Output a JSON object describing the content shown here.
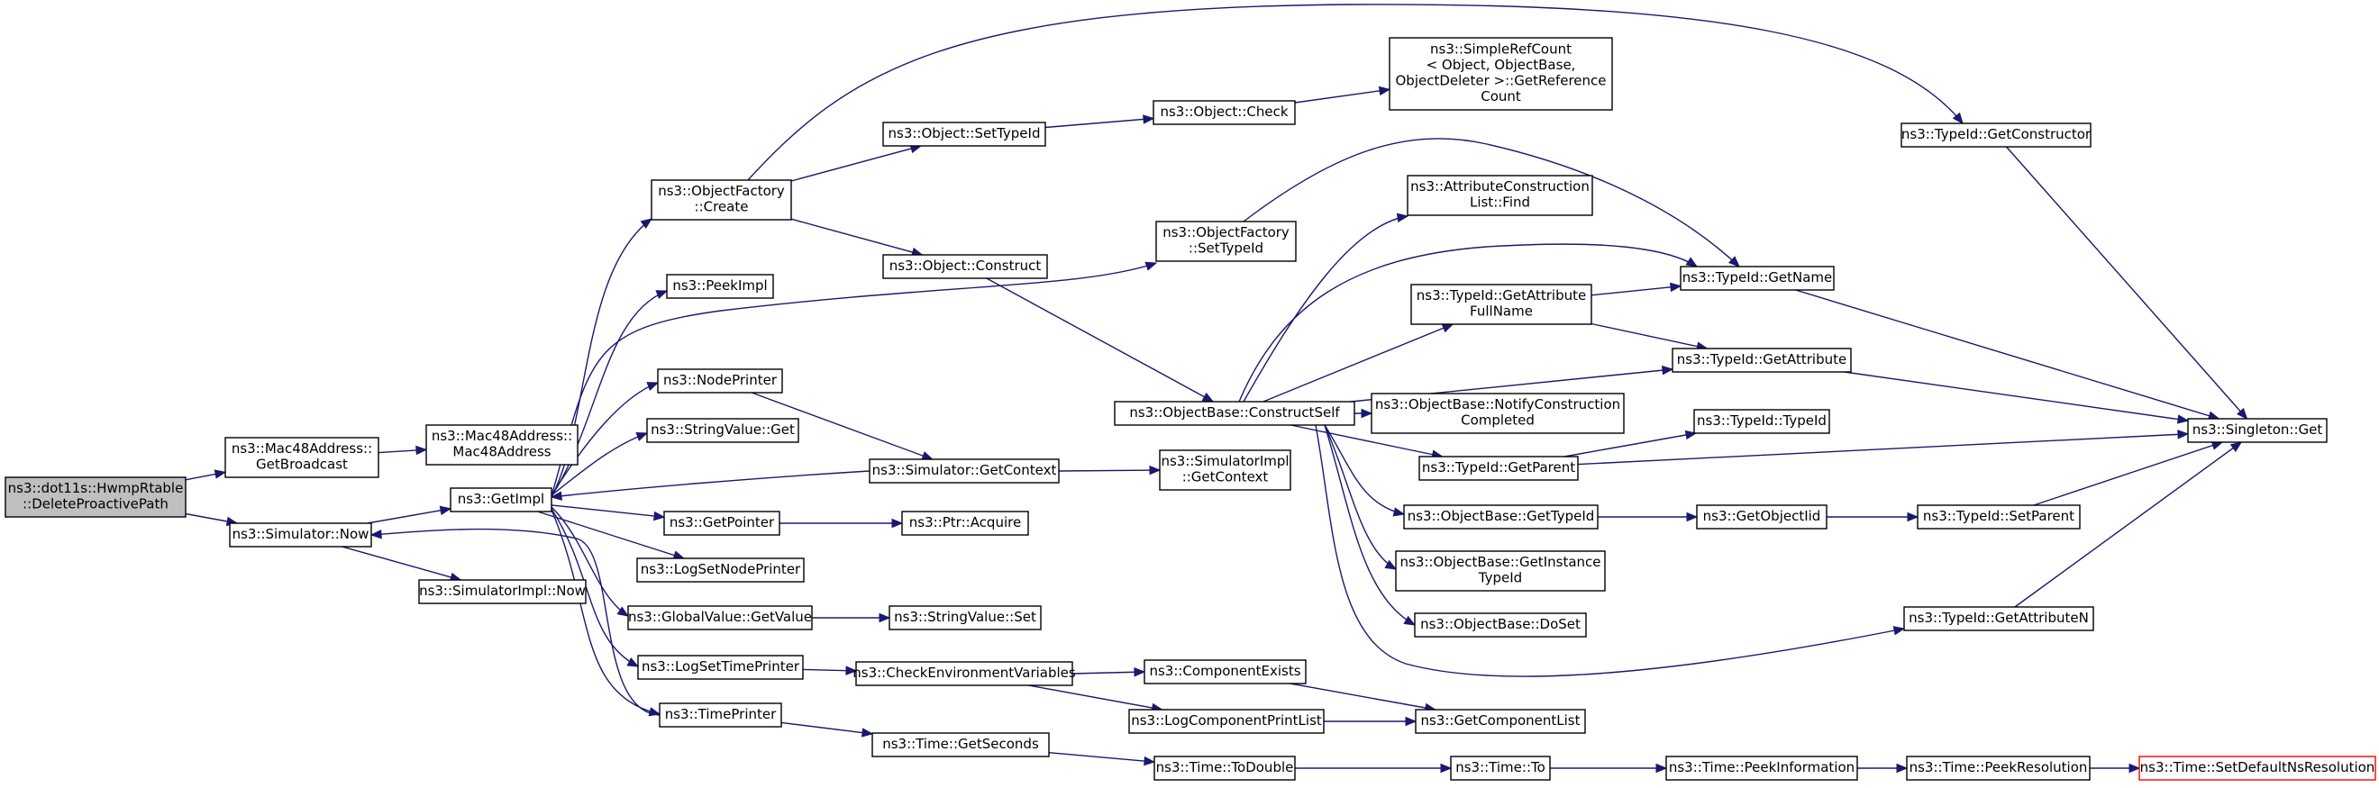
{
  "nodes": [
    {
      "id": "root",
      "lines": [
        "ns3::dot11s::HwmpRtable",
        "::DeleteProactivePath"
      ],
      "kind": "root"
    },
    {
      "id": "getbroadcast",
      "lines": [
        "ns3::Mac48Address::",
        "GetBroadcast"
      ]
    },
    {
      "id": "mac48ctor",
      "lines": [
        "ns3::Mac48Address::",
        "Mac48Address"
      ]
    },
    {
      "id": "simnow",
      "lines": [
        "ns3::Simulator::Now"
      ]
    },
    {
      "id": "simimplnow",
      "lines": [
        "ns3::SimulatorImpl::Now"
      ]
    },
    {
      "id": "getimpl",
      "lines": [
        "ns3::GetImpl"
      ]
    },
    {
      "id": "ofcreate",
      "lines": [
        "ns3::ObjectFactory",
        "::Create"
      ]
    },
    {
      "id": "peekimpl",
      "lines": [
        "ns3::PeekImpl"
      ]
    },
    {
      "id": "nodeprinter",
      "lines": [
        "ns3::NodePrinter"
      ]
    },
    {
      "id": "stringvalget",
      "lines": [
        "ns3::StringValue::Get"
      ]
    },
    {
      "id": "getpointer",
      "lines": [
        "ns3::GetPointer"
      ]
    },
    {
      "id": "logsetnodeprinter",
      "lines": [
        "ns3::LogSetNodePrinter"
      ]
    },
    {
      "id": "gvgetvalue",
      "lines": [
        "ns3::GlobalValue::GetValue"
      ]
    },
    {
      "id": "logsettimeprinter",
      "lines": [
        "ns3::LogSetTimePrinter"
      ]
    },
    {
      "id": "timeprinter",
      "lines": [
        "ns3::TimePrinter"
      ]
    },
    {
      "id": "objsettypeid",
      "lines": [
        "ns3::Object::SetTypeId"
      ]
    },
    {
      "id": "objconstruct",
      "lines": [
        "ns3::Object::Construct"
      ]
    },
    {
      "id": "simgetcontext",
      "lines": [
        "ns3::Simulator::GetContext"
      ]
    },
    {
      "id": "ptracquire",
      "lines": [
        "ns3::Ptr::Acquire"
      ]
    },
    {
      "id": "stringvalset",
      "lines": [
        "ns3::StringValue::Set"
      ]
    },
    {
      "id": "checkenv",
      "lines": [
        "ns3::CheckEnvironmentVariables"
      ]
    },
    {
      "id": "timegetseconds",
      "lines": [
        "ns3::Time::GetSeconds"
      ]
    },
    {
      "id": "objcheck",
      "lines": [
        "ns3::Object::Check"
      ]
    },
    {
      "id": "ofsettypeid",
      "lines": [
        "ns3::ObjectFactory",
        "::SetTypeId"
      ]
    },
    {
      "id": "obconstructself",
      "lines": [
        "ns3::ObjectBase::ConstructSelf"
      ]
    },
    {
      "id": "simimplgetcontext",
      "lines": [
        "ns3::SimulatorImpl",
        "::GetContext"
      ]
    },
    {
      "id": "componentexists",
      "lines": [
        "ns3::ComponentExists"
      ]
    },
    {
      "id": "logcompprintlist",
      "lines": [
        "ns3::LogComponentPrintList"
      ]
    },
    {
      "id": "timetodouble",
      "lines": [
        "ns3::Time::ToDouble"
      ]
    },
    {
      "id": "simplerefcount",
      "lines": [
        "ns3::SimpleRefCount",
        "< Object, ObjectBase,",
        " ObjectDeleter >::GetReference",
        "Count"
      ]
    },
    {
      "id": "attrconstrfind",
      "lines": [
        "ns3::AttributeConstruction",
        "List::Find"
      ]
    },
    {
      "id": "tidgetattrfullname",
      "lines": [
        "ns3::TypeId::GetAttribute",
        "FullName"
      ]
    },
    {
      "id": "obnotifyconstr",
      "lines": [
        "ns3::ObjectBase::NotifyConstruction",
        "Completed"
      ]
    },
    {
      "id": "tidgetparent",
      "lines": [
        "ns3::TypeId::GetParent"
      ]
    },
    {
      "id": "obgettypeid",
      "lines": [
        "ns3::ObjectBase::GetTypeId"
      ]
    },
    {
      "id": "obgetinstancetypeid",
      "lines": [
        "ns3::ObjectBase::GetInstance",
        "TypeId"
      ]
    },
    {
      "id": "obdoset",
      "lines": [
        "ns3::ObjectBase::DoSet"
      ]
    },
    {
      "id": "getcomponentlist",
      "lines": [
        "ns3::GetComponentList"
      ]
    },
    {
      "id": "timeto",
      "lines": [
        "ns3::Time::To"
      ]
    },
    {
      "id": "tidgetname",
      "lines": [
        "ns3::TypeId::GetName"
      ]
    },
    {
      "id": "tidgetattribute",
      "lines": [
        "ns3::TypeId::GetAttribute"
      ]
    },
    {
      "id": "tidtypeid",
      "lines": [
        "ns3::TypeId::TypeId"
      ]
    },
    {
      "id": "getobjectiid",
      "lines": [
        "ns3::GetObjectIid"
      ]
    },
    {
      "id": "timepeekinfo",
      "lines": [
        "ns3::Time::PeekInformation"
      ]
    },
    {
      "id": "tidgetconstructor",
      "lines": [
        "ns3::TypeId::GetConstructor"
      ]
    },
    {
      "id": "tidsetparent",
      "lines": [
        "ns3::TypeId::SetParent"
      ]
    },
    {
      "id": "tidgetattributen",
      "lines": [
        "ns3::TypeId::GetAttributeN"
      ]
    },
    {
      "id": "timepeekresolution",
      "lines": [
        "ns3::Time::PeekResolution"
      ]
    },
    {
      "id": "singletonget",
      "lines": [
        "ns3::Singleton::Get"
      ]
    },
    {
      "id": "timesetdefaultns",
      "lines": [
        "ns3::Time::SetDefaultNsResolution"
      ],
      "kind": "red"
    }
  ],
  "edges": [
    [
      "root",
      "getbroadcast"
    ],
    [
      "root",
      "simnow"
    ],
    [
      "getbroadcast",
      "mac48ctor"
    ],
    [
      "simnow",
      "getimpl"
    ],
    [
      "simnow",
      "simimplnow"
    ],
    [
      "getimpl",
      "ofcreate"
    ],
    [
      "getimpl",
      "peekimpl"
    ],
    [
      "getimpl",
      "nodeprinter"
    ],
    [
      "getimpl",
      "stringvalget"
    ],
    [
      "getimpl",
      "getpointer"
    ],
    [
      "getimpl",
      "logsetnodeprinter"
    ],
    [
      "getimpl",
      "gvgetvalue"
    ],
    [
      "getimpl",
      "logsettimeprinter"
    ],
    [
      "getimpl",
      "timeprinter"
    ],
    [
      "getimpl",
      "ofsettypeid"
    ],
    [
      "simgetcontext",
      "getimpl"
    ],
    [
      "timeprinter",
      "simnow"
    ],
    [
      "ofcreate",
      "objsettypeid"
    ],
    [
      "ofcreate",
      "objconstruct"
    ],
    [
      "ofcreate",
      "tidgetconstructor"
    ],
    [
      "objsettypeid",
      "objcheck"
    ],
    [
      "objcheck",
      "simplerefcount"
    ],
    [
      "objconstruct",
      "obconstructself"
    ],
    [
      "nodeprinter",
      "simgetcontext"
    ],
    [
      "simgetcontext",
      "simimplgetcontext"
    ],
    [
      "getpointer",
      "ptracquire"
    ],
    [
      "gvgetvalue",
      "stringvalset"
    ],
    [
      "logsettimeprinter",
      "checkenv"
    ],
    [
      "checkenv",
      "componentexists"
    ],
    [
      "checkenv",
      "logcompprintlist"
    ],
    [
      "componentexists",
      "getcomponentlist"
    ],
    [
      "logcompprintlist",
      "getcomponentlist"
    ],
    [
      "timeprinter",
      "timegetseconds"
    ],
    [
      "timegetseconds",
      "timetodouble"
    ],
    [
      "timetodouble",
      "timeto"
    ],
    [
      "timeto",
      "timepeekinfo"
    ],
    [
      "timepeekinfo",
      "timepeekresolution"
    ],
    [
      "timepeekresolution",
      "timesetdefaultns"
    ],
    [
      "ofsettypeid",
      "tidgetname"
    ],
    [
      "obconstructself",
      "attrconstrfind"
    ],
    [
      "obconstructself",
      "tidgetname"
    ],
    [
      "obconstructself",
      "tidgetattrfullname"
    ],
    [
      "obconstructself",
      "tidgetattribute"
    ],
    [
      "obconstructself",
      "obnotifyconstr"
    ],
    [
      "obconstructself",
      "tidgetparent"
    ],
    [
      "obconstructself",
      "obgettypeid"
    ],
    [
      "obconstructself",
      "obgetinstancetypeid"
    ],
    [
      "obconstructself",
      "obdoset"
    ],
    [
      "obconstructself",
      "tidgetattributen"
    ],
    [
      "tidgetattrfullname",
      "tidgetname"
    ],
    [
      "tidgetattrfullname",
      "tidgetattribute"
    ],
    [
      "tidgetparent",
      "tidtypeid"
    ],
    [
      "tidgetparent",
      "singletonget"
    ],
    [
      "obgettypeid",
      "getobjectiid"
    ],
    [
      "getobjectiid",
      "tidsetparent"
    ],
    [
      "tidgetname",
      "singletonget"
    ],
    [
      "tidgetattribute",
      "singletonget"
    ],
    [
      "tidgetconstructor",
      "singletonget"
    ],
    [
      "tidsetparent",
      "singletonget"
    ],
    [
      "tidgetattributen",
      "singletonget"
    ]
  ],
  "colors": {
    "edge": "#191970",
    "root_fill": "#bfbfbf",
    "red_border": "#ff0000"
  }
}
